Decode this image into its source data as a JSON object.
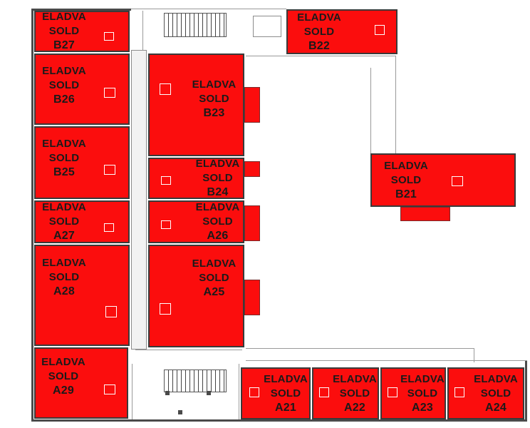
{
  "plan": {
    "colors": {
      "sold_fill": "#fb0d0d",
      "wall": "#4a4a4a",
      "background": "#ffffff",
      "label_text": "#1a1a1a"
    },
    "units": [
      {
        "id": "B27",
        "line1": "ELADVA",
        "line2": "SOLD",
        "code": "B27"
      },
      {
        "id": "B26",
        "line1": "ELADVA",
        "line2": "SOLD",
        "code": "B26"
      },
      {
        "id": "B25",
        "line1": "ELADVA",
        "line2": "SOLD",
        "code": "B25"
      },
      {
        "id": "A27",
        "line1": "ELADVA",
        "line2": "SOLD",
        "code": "A27"
      },
      {
        "id": "A28",
        "line1": "ELADVA",
        "line2": "SOLD",
        "code": "A28"
      },
      {
        "id": "A29",
        "line1": "ELADVA",
        "line2": "SOLD",
        "code": "A29"
      },
      {
        "id": "B23",
        "line1": "ELADVA",
        "line2": "SOLD",
        "code": "B23"
      },
      {
        "id": "B24",
        "line1": "ELADVA",
        "line2": "SOLD",
        "code": "B24"
      },
      {
        "id": "A26",
        "line1": "ELADVA",
        "line2": "SOLD",
        "code": "A26"
      },
      {
        "id": "A25",
        "line1": "ELADVA",
        "line2": "SOLD",
        "code": "A25"
      },
      {
        "id": "B22",
        "line1": "ELADVA",
        "line2": "SOLD",
        "code": "B22"
      },
      {
        "id": "B21",
        "line1": "ELADVA",
        "line2": "SOLD",
        "code": "B21"
      },
      {
        "id": "A21",
        "line1": "ELADVA",
        "line2": "SOLD",
        "code": "A21"
      },
      {
        "id": "A22",
        "line1": "ELADVA",
        "line2": "SOLD",
        "code": "A22"
      },
      {
        "id": "A23",
        "line1": "ELADVA",
        "line2": "SOLD",
        "code": "A23"
      },
      {
        "id": "A24",
        "line1": "ELADVA",
        "line2": "SOLD",
        "code": "A24"
      }
    ]
  }
}
